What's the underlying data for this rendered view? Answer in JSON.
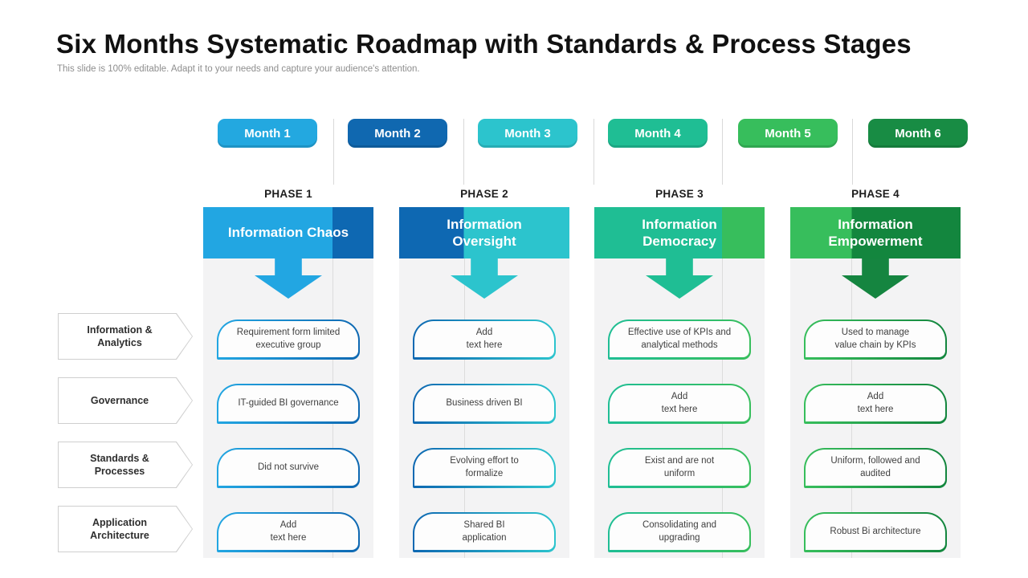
{
  "slide": {
    "title": "Six Months Systematic Roadmap with Standards & Process Stages",
    "subtitle": "This slide is 100% editable. Adapt it to your needs and capture your audience's attention."
  },
  "months": [
    {
      "label": "Month 1",
      "color": "#23A8E0"
    },
    {
      "label": "Month 2",
      "color": "#1068B0"
    },
    {
      "label": "Month 3",
      "color": "#2CC4CD"
    },
    {
      "label": "Month 4",
      "color": "#1FBE94"
    },
    {
      "label": "Month 5",
      "color": "#37BE5C"
    },
    {
      "label": "Month 6",
      "color": "#188C44"
    }
  ],
  "rows": [
    {
      "label": "Information &\nAnalytics"
    },
    {
      "label": "Governance"
    },
    {
      "label": "Standards &\nProcesses"
    },
    {
      "label": "Application\nArchitecture"
    }
  ],
  "phases": [
    {
      "label": "PHASE 1",
      "title": "Information Chaos",
      "left_color": "#22A6E2",
      "right_color": "#0E68B2",
      "split_pct": 76,
      "arrow_color": "#22A6E2",
      "cells": [
        "Requirement form limited\nexecutive group",
        "IT-guided BI governance",
        "Did not survive",
        "Add\ntext here"
      ]
    },
    {
      "label": "PHASE 2",
      "title": "Information\nOversight",
      "left_color": "#0E68B2",
      "right_color": "#2CC4CD",
      "split_pct": 38,
      "arrow_color": "#2CC4CD",
      "cells": [
        "Add\ntext here",
        "Business driven BI",
        "Evolving effort to\nformalize",
        "Shared BI\napplication"
      ]
    },
    {
      "label": "PHASE 3",
      "title": "Information\nDemocracy",
      "left_color": "#1FBE94",
      "right_color": "#37BE5C",
      "split_pct": 75,
      "arrow_color": "#1FBE94",
      "cells": [
        "Effective use of KPIs and\nanalytical  methods",
        "Add\ntext here",
        "Exist and are not\nuniform",
        "Consolidating and\nupgrading"
      ]
    },
    {
      "label": "PHASE 4",
      "title": "Information\nEmpowerment",
      "left_color": "#37BE5C",
      "right_color": "#13863E",
      "split_pct": 36,
      "arrow_color": "#158540",
      "cells": [
        "Used to manage\nvalue chain by KPIs",
        "Add\ntext here",
        "Uniform,  followed and\naudited",
        "Robust Bi architecture"
      ]
    }
  ]
}
